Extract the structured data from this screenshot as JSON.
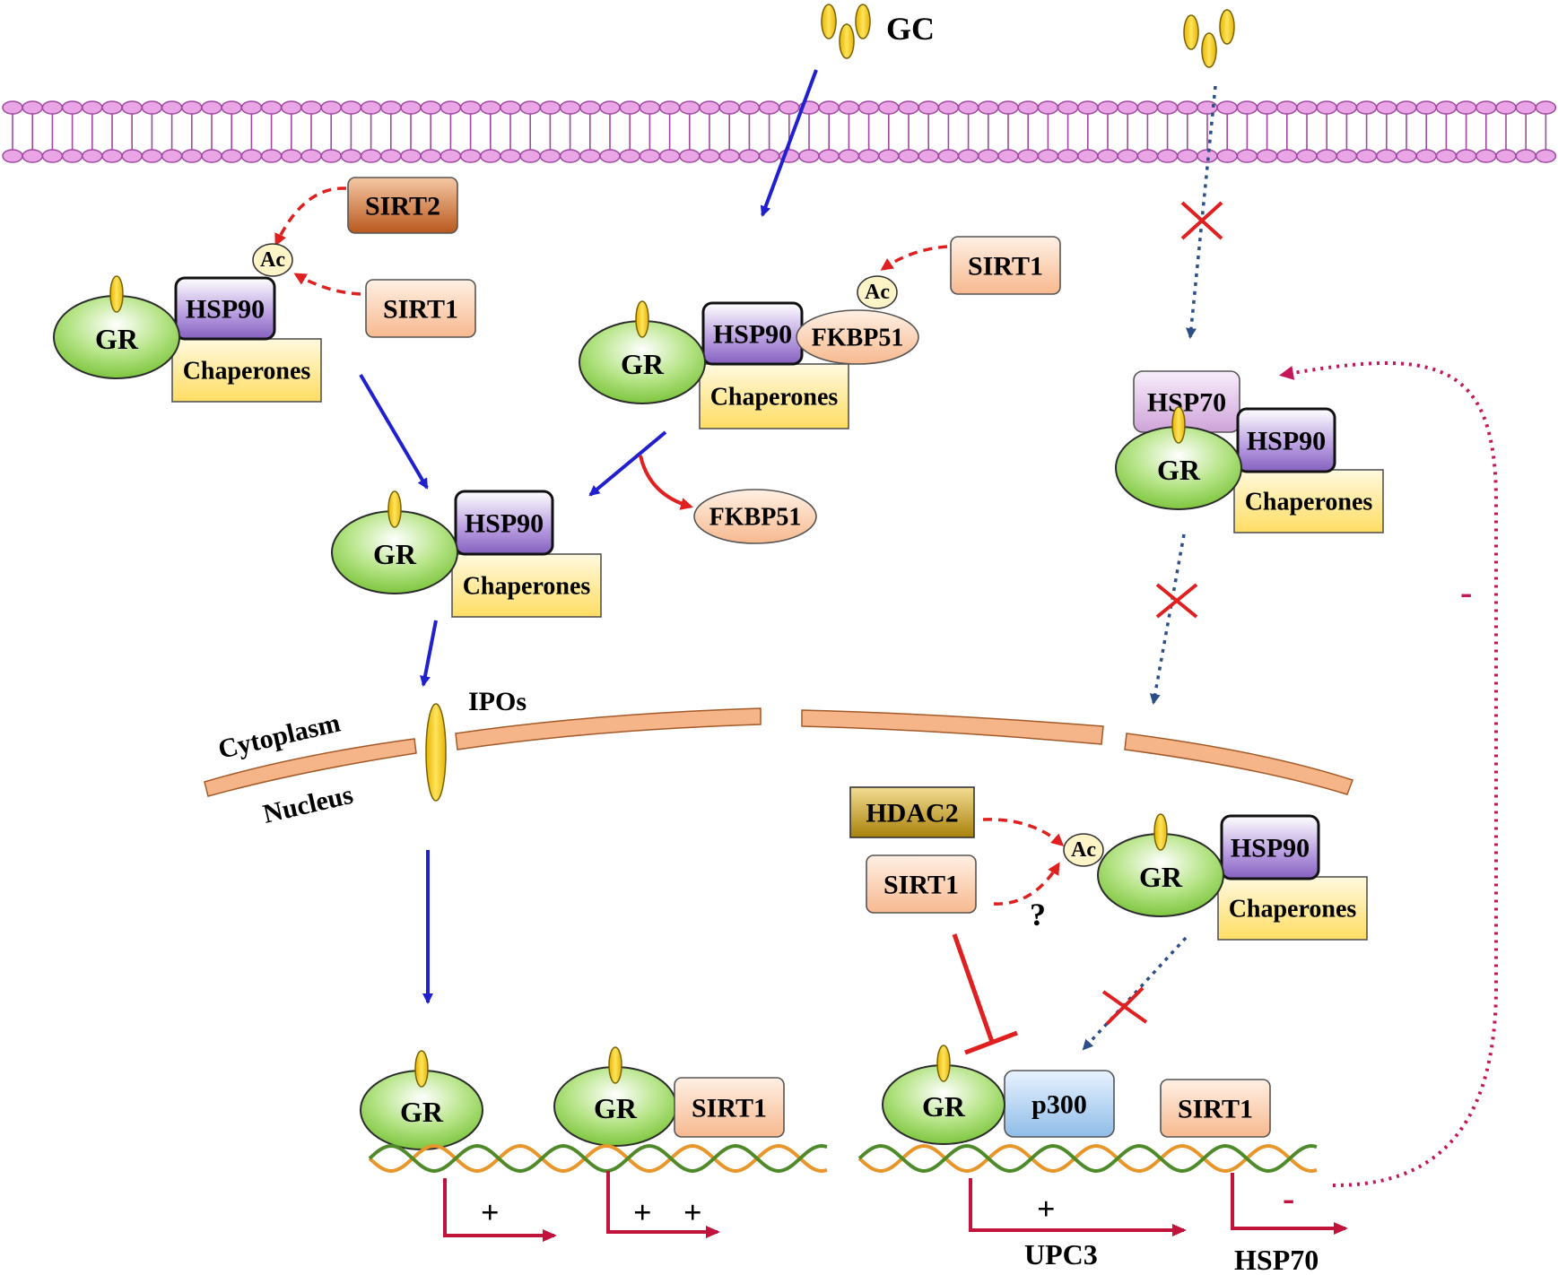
{
  "signal": {
    "gc_label": "GC"
  },
  "compartments": {
    "cytoplasm": "Cytoplasm",
    "nucleus": "Nucleus",
    "pore": "IPOs"
  },
  "proteins": {
    "gr": "GR",
    "hsp90": "HSP90",
    "hsp70": "HSP70",
    "chaperones": "Chaperones",
    "fkbp51": "FKBP51",
    "sirt1": "SIRT1",
    "sirt2": "SIRT2",
    "hdac2": "HDAC2",
    "p300": "p300",
    "ac": "Ac"
  },
  "marks": {
    "plus": "+",
    "minus": "-",
    "question": "?"
  },
  "genes": {
    "upc3": "UPC3",
    "hsp70": "HSP70"
  },
  "colors": {
    "membrane": "#e9a5e6",
    "membrane_stroke": "#a04aa0",
    "gr_fill": "#8fd14f",
    "hsp90_fill": "#8c6bc0",
    "chaperone_fill": "#ffe27a",
    "sirt_fill": "#f9c19c",
    "sirt2_fill": "#c9692e",
    "hdac2_fill": "#b8930f",
    "p300_fill": "#a9cdf2",
    "hsp70_fill": "#d7b2de",
    "envelope": "#f6b489",
    "activation_arrow": "#2020d0",
    "inhibition": "#e02020",
    "dotted_path": "#2b4f86",
    "feedback": "#c4165a",
    "gene_arrow": "#c0143c",
    "dna_a": "#e8962a",
    "dna_b": "#4e8a2a"
  }
}
